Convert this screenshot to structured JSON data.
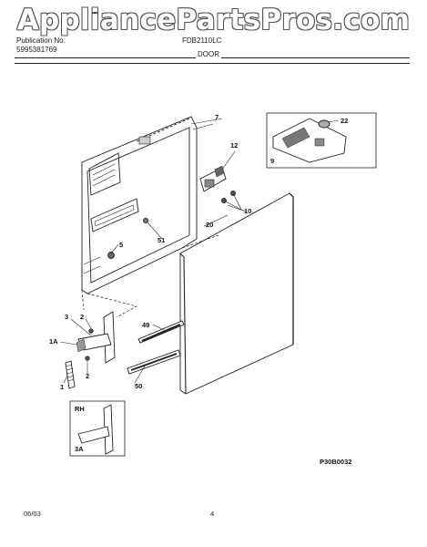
{
  "watermark": "AppliancePartsPros.com",
  "header": {
    "publication_label": "Publication No.",
    "publication_number": "5995381769",
    "model": "FDB2110LC",
    "section_title": "DOOR"
  },
  "callouts": [
    "7",
    "22",
    "12",
    "9",
    "10",
    "20",
    "51",
    "5",
    "3",
    "2",
    "49",
    "1A",
    "2",
    "50",
    "1",
    "RH",
    "3A"
  ],
  "figure_code": "P30B0032",
  "footer": {
    "date": "06/03",
    "page": "4"
  }
}
